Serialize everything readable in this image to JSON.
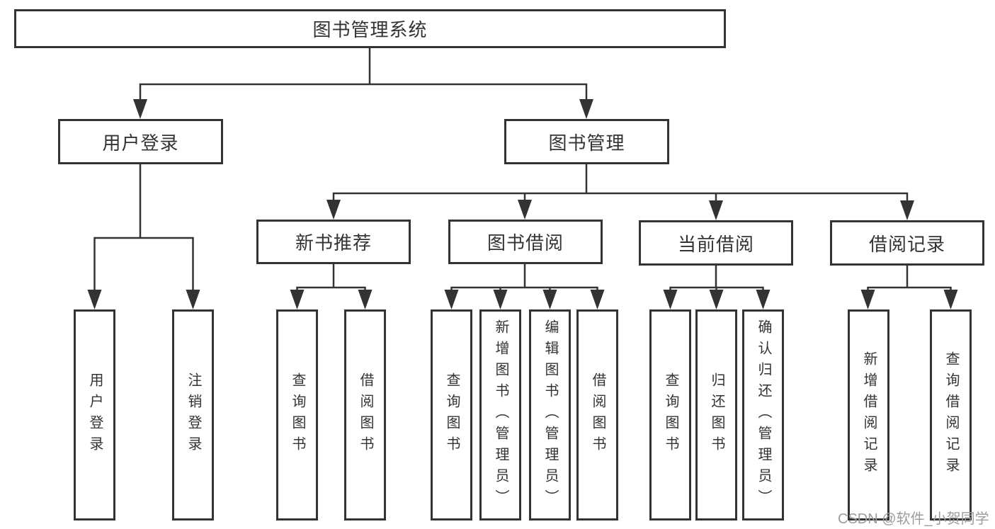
{
  "diagram": {
    "root": {
      "label": "图书管理系统"
    },
    "children": [
      {
        "label": "用户登录",
        "children": [
          {
            "label": "用户登录"
          },
          {
            "label": "注销登录"
          }
        ]
      },
      {
        "label": "图书管理",
        "children": [
          {
            "label": "新书推荐",
            "children": [
              {
                "label": "查询图书"
              },
              {
                "label": "借阅图书"
              }
            ]
          },
          {
            "label": "图书借阅",
            "children": [
              {
                "label": "查询图书"
              },
              {
                "label": "新增图书（管理员）"
              },
              {
                "label": "编辑图书（管理员）"
              },
              {
                "label": "借阅图书"
              }
            ]
          },
          {
            "label": "当前借阅",
            "children": [
              {
                "label": "查询图书"
              },
              {
                "label": "归还图书"
              },
              {
                "label": "确认归还（管理员）"
              }
            ]
          },
          {
            "label": "借阅记录",
            "children": [
              {
                "label": "新增借阅记录"
              },
              {
                "label": "查询借阅记录"
              }
            ]
          }
        ]
      }
    ]
  },
  "watermark": {
    "label": "CSDN @软件_小贺同学"
  },
  "colors": {
    "line": "#333333",
    "box_border": "#333333",
    "box_fill": "#ffffff",
    "text": "#333333",
    "watermark": "#9c9c9c",
    "background": "#ffffff"
  }
}
